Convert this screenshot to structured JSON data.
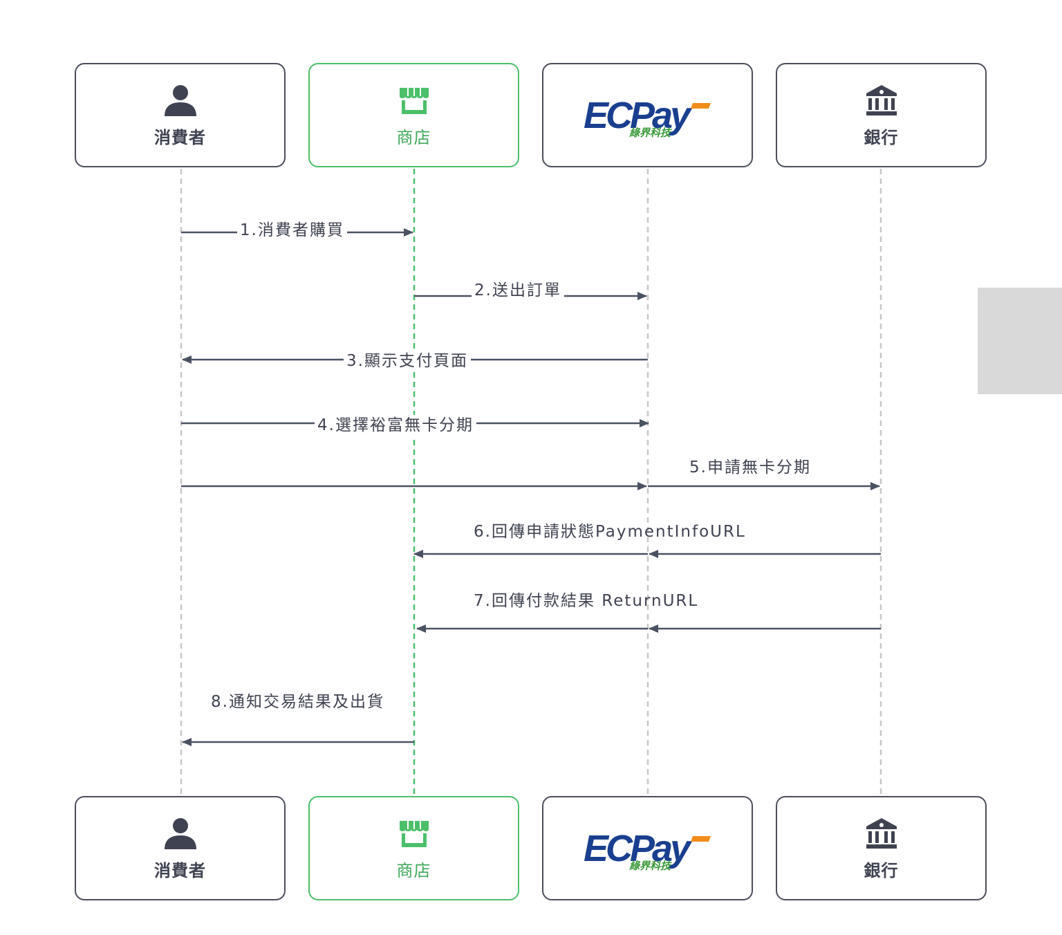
{
  "participants": {
    "consumer": "消費者",
    "store": "商店",
    "ecpay": {
      "logo_text": "ECPay",
      "logo_subtitle": "綠界科技"
    },
    "bank": "銀行"
  },
  "messages": {
    "m1": "1.消費者購買",
    "m2": "2.送出訂單",
    "m3": "3.顯示支付頁面",
    "m4": "4.選擇裕富無卡分期",
    "m5": "5.申請無卡分期",
    "m6": "6.回傳申請狀態PaymentInfoURL",
    "m7": "7.回傳付款結果 ReturnURL",
    "m8": "8.通知交易結果及出貨"
  },
  "colors": {
    "arrow": "#4a5163",
    "lifeline": "#c8c8c8",
    "store_accent": "#4cbf6a",
    "ecpay_blue": "#1a3f8f",
    "ecpay_green": "#3a9a3a",
    "ecpay_orange": "#f28c1a"
  }
}
